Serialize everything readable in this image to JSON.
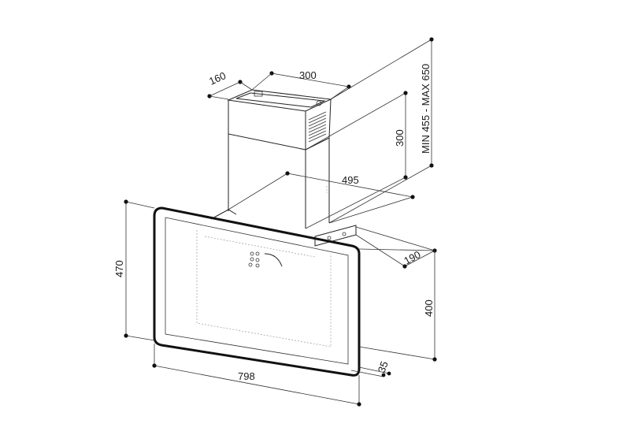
{
  "dimensions": {
    "chimney_depth": "160",
    "chimney_width": "300",
    "chimney_height": "300",
    "height_range": "MIN 455 - MAX 650",
    "bracket_width": "495",
    "hood_depth": "190",
    "panel_height": "470",
    "hood_height": "400",
    "panel_width": "798",
    "panel_thickness": "35"
  },
  "colors": {
    "line": "#222222",
    "frame": "#111111",
    "background": "#ffffff"
  }
}
